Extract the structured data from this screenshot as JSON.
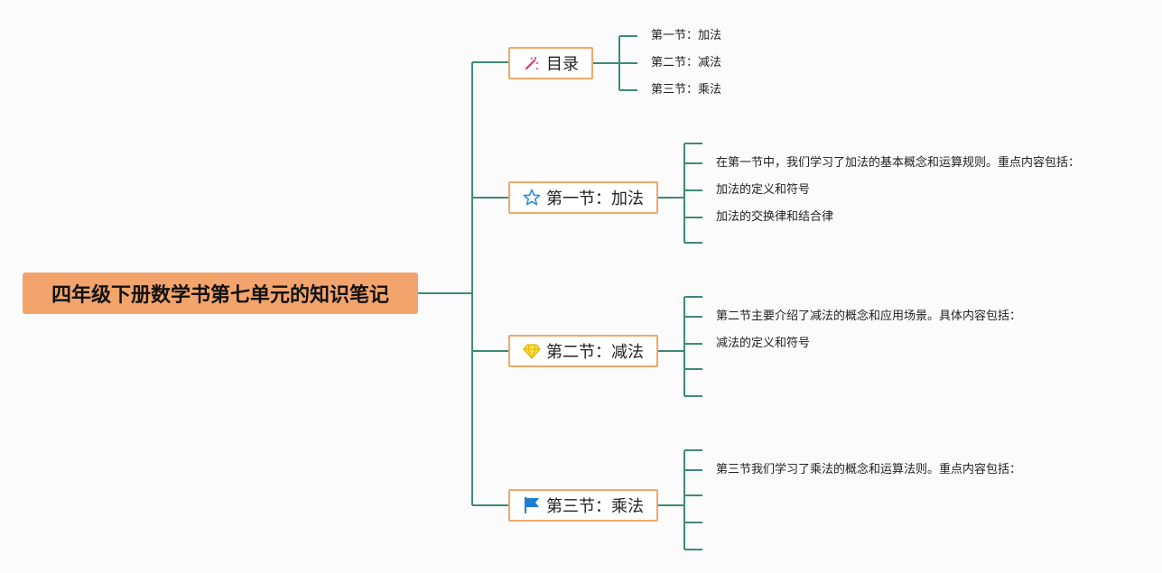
{
  "root": {
    "title": "四年级下册数学书第七单元的知识笔记"
  },
  "branches": [
    {
      "icon": "magic-wand-icon",
      "label": "目录",
      "leaves": [
        "第一节：加法",
        "第二节：减法",
        "第三节：乘法"
      ]
    },
    {
      "icon": "star-icon",
      "label": "第一节：加法",
      "leaves": [
        "",
        "在第一节中，我们学习了加法的基本概念和运算规则。重点内容包括：",
        "加法的定义和符号",
        "加法的交换律和结合律",
        ""
      ]
    },
    {
      "icon": "diamond-icon",
      "label": "第二节：减法",
      "leaves": [
        "",
        "第二节主要介绍了减法的概念和应用场景。具体内容包括：",
        "减法的定义和符号",
        "",
        ""
      ]
    },
    {
      "icon": "flag-icon",
      "label": "第三节：乘法",
      "leaves": [
        "",
        "第三节我们学习了乘法的概念和运算法则。重点内容包括：",
        "",
        "",
        ""
      ]
    }
  ],
  "colors": {
    "connector": "#3d8a78",
    "branch_border": "#f0a868",
    "root_fill": "#f3a46c"
  }
}
